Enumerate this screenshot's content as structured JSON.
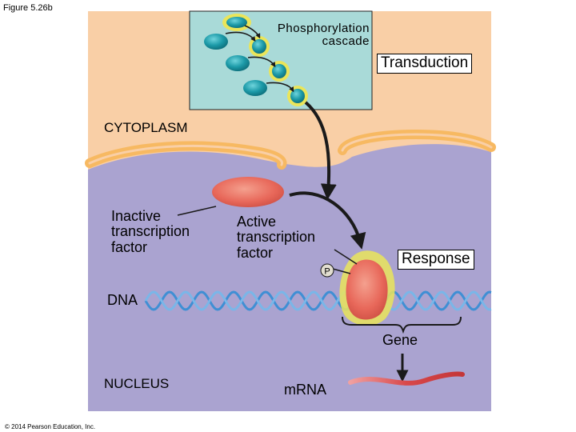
{
  "figure_label": "Figure 5.26b",
  "copyright": "© 2014 Pearson Education, Inc.",
  "labels": {
    "phosphorylation_line1": "Phosphorylation",
    "phosphorylation_line2": "cascade",
    "transduction": "Transduction",
    "cytoplasm": "CYTOPLASM",
    "inactive_line1": "Inactive",
    "inactive_line2": "transcription",
    "inactive_line3": "factor",
    "active_line1": "Active",
    "active_line2": "transcription",
    "active_line3": "factor",
    "phosphate": "P",
    "response": "Response",
    "dna": "DNA",
    "gene": "Gene",
    "nucleus": "NUCLEUS",
    "mrna": "mRNA"
  },
  "colors": {
    "cytoplasm": "#f9cfa6",
    "membrane": "#f7b962",
    "nucleus": "#aaa3d0",
    "cascade_box": "#a9dad8",
    "kinase": "#1c9aa8",
    "activated_glow": "#e8e24a",
    "transcription_factor": "#e8685a",
    "dna_strand": "#3f8fd4",
    "mrna": "#d8484a"
  }
}
